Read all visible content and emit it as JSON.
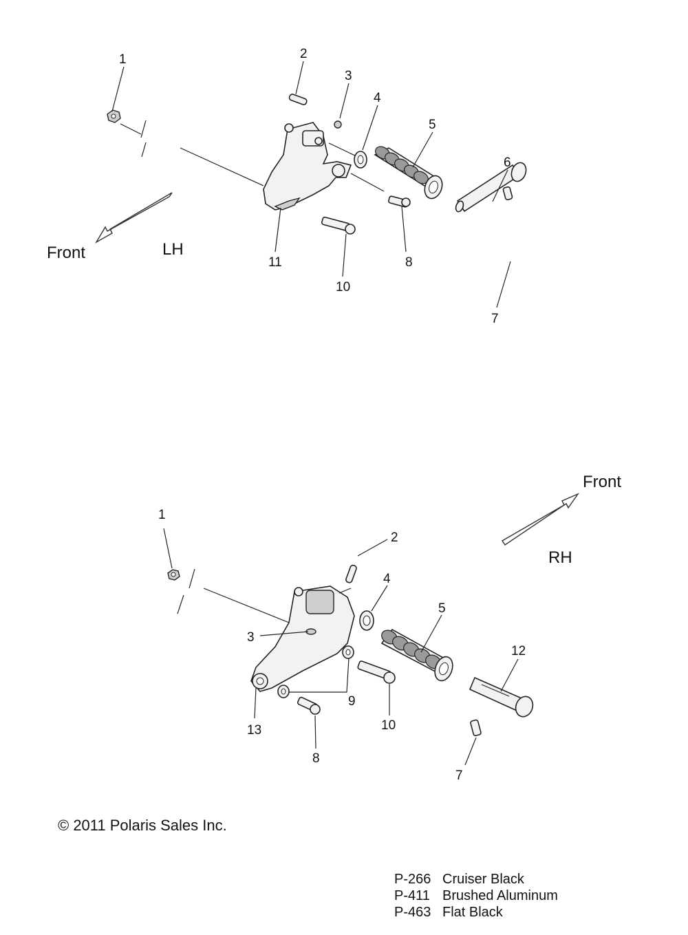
{
  "views": {
    "lh": {
      "side_label": "LH",
      "front_label": "Front",
      "callouts": [
        "1",
        "2",
        "3",
        "4",
        "5",
        "6",
        "7",
        "8",
        "10",
        "11"
      ]
    },
    "rh": {
      "side_label": "RH",
      "front_label": "Front",
      "callouts": [
        "1",
        "2",
        "3",
        "4",
        "5",
        "7",
        "8",
        "9",
        "10",
        "12",
        "13"
      ]
    }
  },
  "copyright": "© 2011 Polaris Sales Inc.",
  "finishes": [
    {
      "code": "P-266",
      "name": "Cruiser Black"
    },
    {
      "code": "P-411",
      "name": "Brushed Aluminum"
    },
    {
      "code": "P-463",
      "name": "Flat Black"
    }
  ]
}
